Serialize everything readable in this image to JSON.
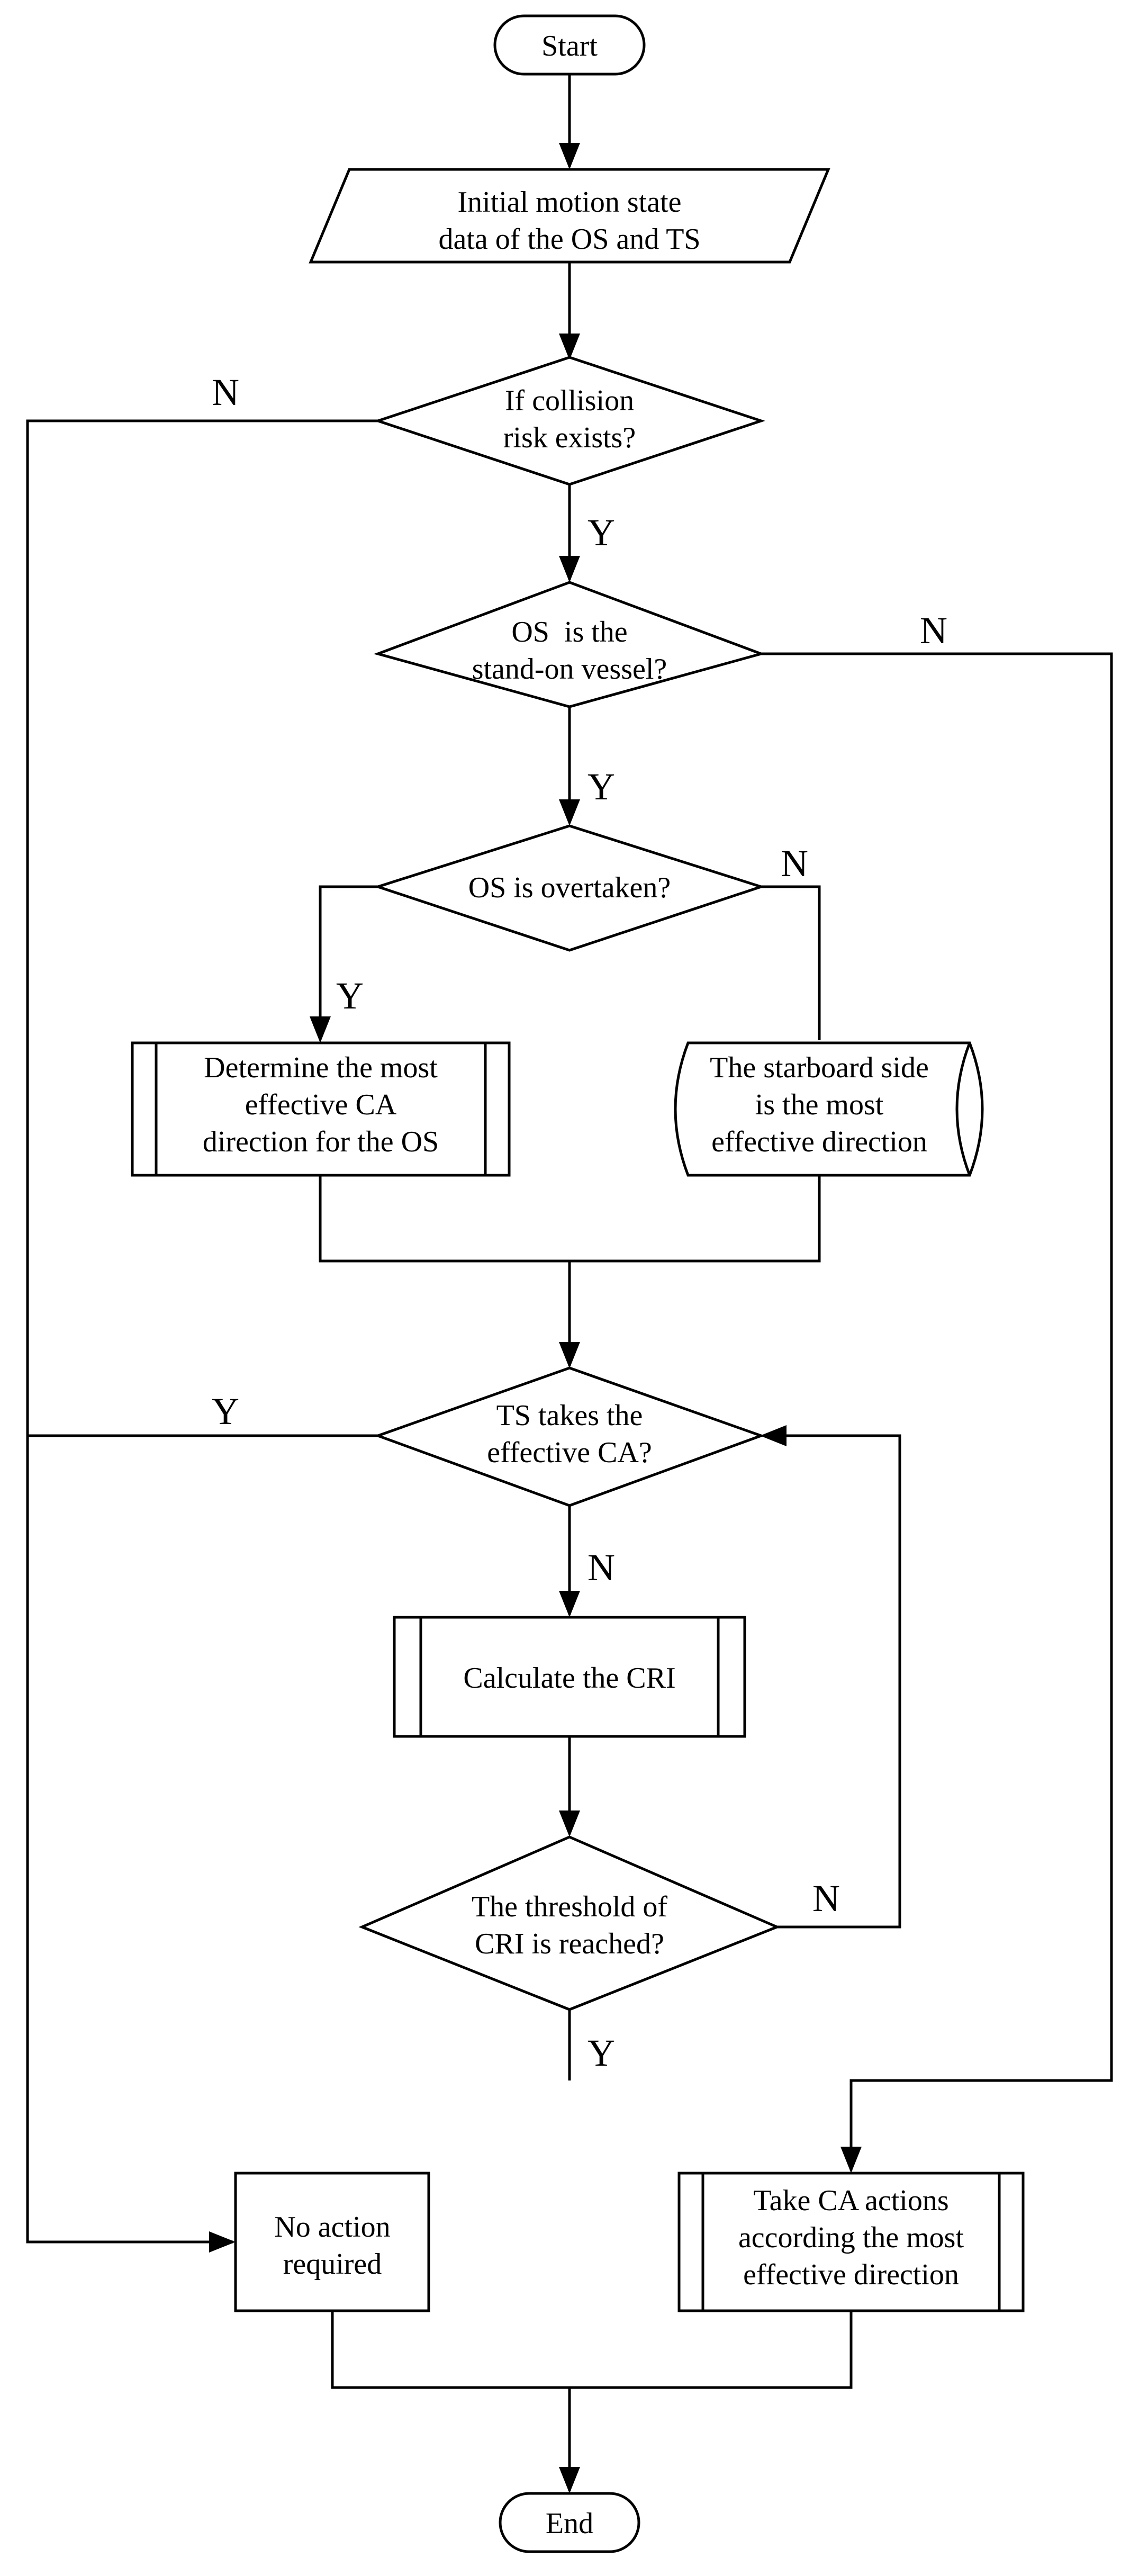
{
  "nodes": {
    "start": "Start",
    "initial_1": "Initial motion state",
    "initial_2": "data of the OS and TS",
    "collision_1": "If collision",
    "collision_2": "risk exists?",
    "standon_1": "OS  is the",
    "standon_2": "stand-on vessel?",
    "overtaken": "OS is overtaken?",
    "determine_1": "Determine the most",
    "determine_2": "effective CA",
    "determine_3": "direction for the OS",
    "starboard_1": "The starboard side",
    "starboard_2": "is the most",
    "starboard_3": "effective direction",
    "ts_ca_1": "TS takes the",
    "ts_ca_2": "effective CA?",
    "calc_cri": "Calculate the CRI",
    "threshold_1": "The threshold of",
    "threshold_2": "CRI is reached?",
    "no_action_1": "No action",
    "no_action_2": "required",
    "take_ca_1": "Take CA actions",
    "take_ca_2": "according the most",
    "take_ca_3": "effective direction",
    "end": "End"
  },
  "edge_labels": {
    "collision_no": "N",
    "collision_yes": "Y",
    "standon_no": "N",
    "standon_yes": "Y",
    "overtaken_yes": "Y",
    "overtaken_no": "N",
    "ts_ca_yes": "Y",
    "ts_ca_no": "N",
    "threshold_no": "N",
    "threshold_yes": "Y"
  }
}
